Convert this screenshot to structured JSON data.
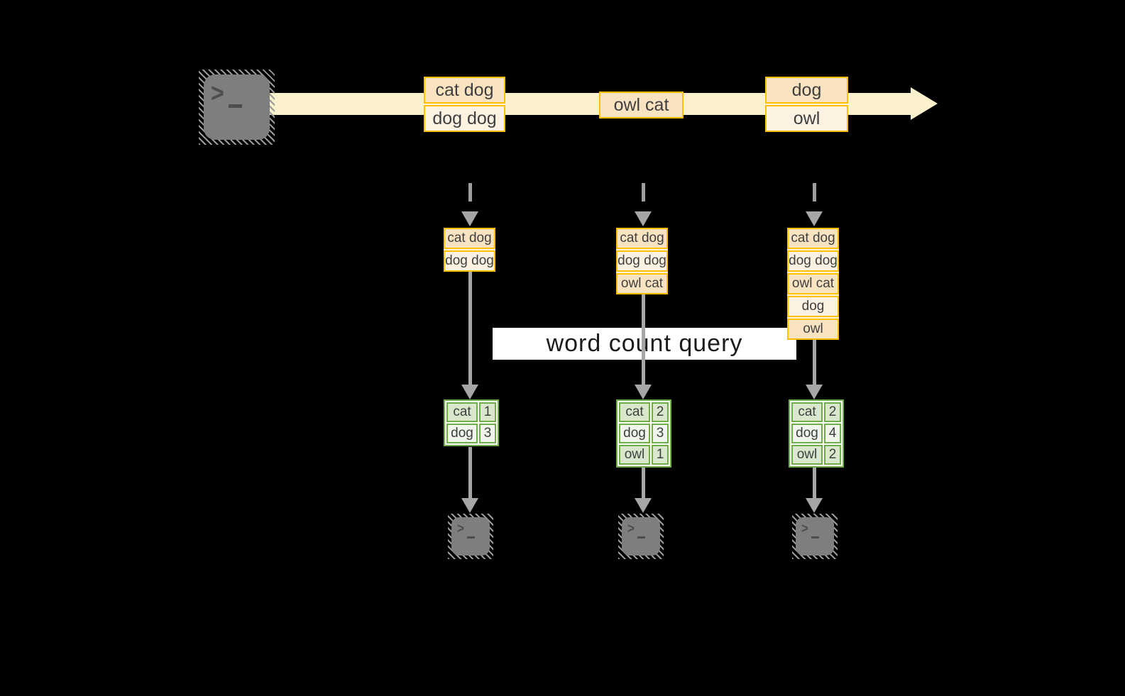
{
  "query_label": "word count query",
  "source": {
    "icon": "terminal-icon"
  },
  "stream_events": [
    {
      "rows": [
        "cat dog",
        "dog dog"
      ]
    },
    {
      "rows": [
        "owl cat"
      ]
    },
    {
      "rows": [
        "dog",
        "owl"
      ]
    }
  ],
  "pipelines": [
    {
      "state": [
        "cat dog",
        "dog dog"
      ],
      "counts": [
        {
          "word": "cat",
          "count": "1"
        },
        {
          "word": "dog",
          "count": "3"
        }
      ],
      "sink_icon": "terminal-icon"
    },
    {
      "state": [
        "cat dog",
        "dog dog",
        "owl cat"
      ],
      "counts": [
        {
          "word": "cat",
          "count": "2"
        },
        {
          "word": "dog",
          "count": "3"
        },
        {
          "word": "owl",
          "count": "1"
        }
      ],
      "sink_icon": "terminal-icon"
    },
    {
      "state": [
        "cat dog",
        "dog dog",
        "owl cat",
        "dog",
        "owl"
      ],
      "counts": [
        {
          "word": "cat",
          "count": "2"
        },
        {
          "word": "dog",
          "count": "4"
        },
        {
          "word": "owl",
          "count": "2"
        }
      ],
      "sink_icon": "terminal-icon"
    }
  ],
  "colors": {
    "background": "#000000",
    "stream_band": "#FBF1CD",
    "orange_border": "#FFC000",
    "orange_fill_dark": "#FAE3C1",
    "orange_fill_light": "#FDF2E2",
    "green_border": "#70AD47",
    "green_fill_dark": "#D9E7CC",
    "green_fill_light": "#EFF5EA",
    "arrow_gray": "#A6A6A6",
    "terminal_gray": "#7E7E7E",
    "query_band_bg": "#FFFFFF"
  }
}
